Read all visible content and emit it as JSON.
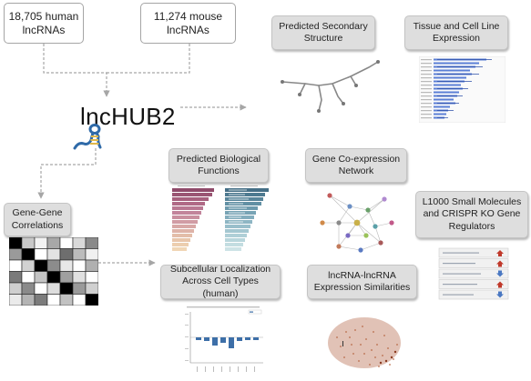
{
  "boxes": {
    "human": "18,705 human\nlncRNAs",
    "mouse": "11,274 mouse\nlncRNAs",
    "secondary": "Predicted Secondary\nStructure",
    "tissue": "Tissue and Cell Line\nExpression",
    "biological": "Predicted Biological\nFunctions",
    "coexpression": "Gene Co-expression\nNetwork",
    "genegene": "Gene-Gene\nCorrelations",
    "l1000": "L1000 Small Molecules\nand CRISPR KO Gene\nRegulators",
    "subcellular": "Subcellular Localization\nAcross Cell Types (human)",
    "lnclnc": "lncRNA-lncRNA\nExpression Similarities"
  },
  "logo": {
    "text": "lncHUB2"
  },
  "colors": {
    "connector": "#a6a6a6",
    "box_gray": "#dedede",
    "box_border": "#a5a5a5",
    "arrow_up": "#c0392b",
    "arrow_down": "#4a78c2",
    "bar_blue": "#3d6fa8",
    "bar_pink": "#c98a8a",
    "bar_teal": "#7fa9b8"
  },
  "icons": {
    "rna": "hairpin-rna-icon"
  }
}
